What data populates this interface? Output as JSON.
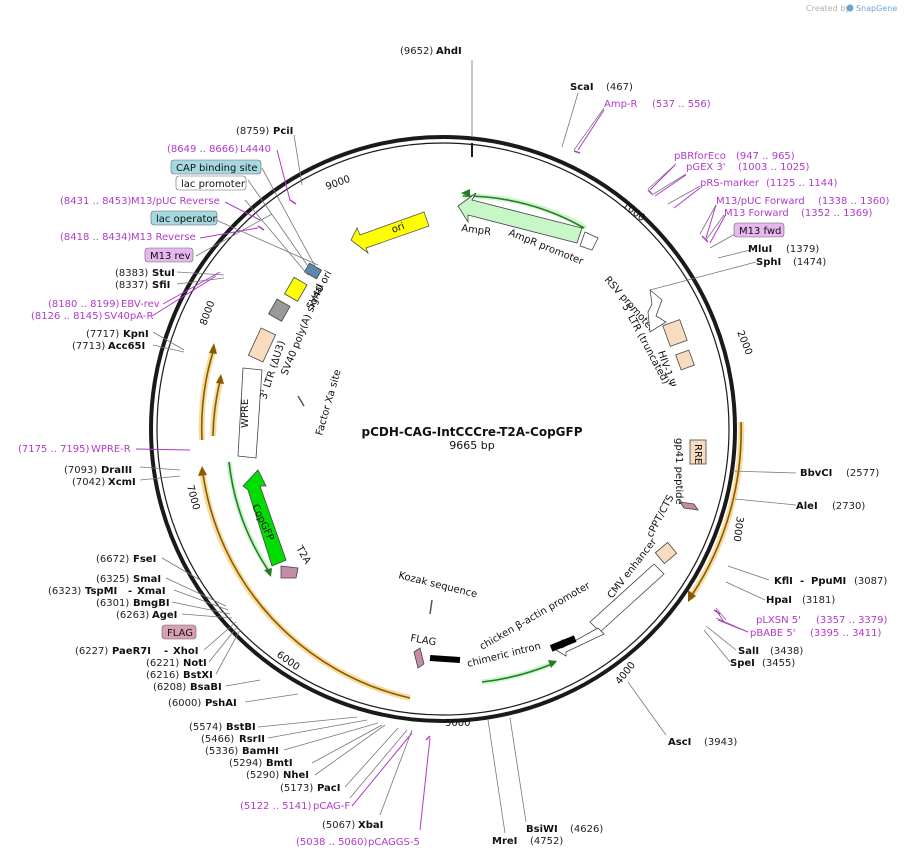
{
  "title": "pCDH-CAG-IntCCCre-T2A-CopGFP",
  "length": "9665 bp",
  "credit": {
    "prefix": "Created by",
    "brand": "SnapGene"
  },
  "ticks": [
    "1000",
    "2000",
    "3000",
    "4000",
    "5000",
    "6000",
    "7000",
    "8000",
    "9000"
  ],
  "sites": [
    {
      "name": "AhdI",
      "num": "(9652)"
    },
    {
      "name": "ScaI",
      "num": "(467)"
    },
    {
      "name": "MluI",
      "num": "(1379)"
    },
    {
      "name": "SphI",
      "num": "(1474)"
    },
    {
      "name": "BbvCI",
      "num": "(2577)"
    },
    {
      "name": "AleI",
      "num": "(2730)"
    },
    {
      "name": "KflI",
      "num": "(3087)"
    },
    {
      "name": "PpuMI",
      "num": ""
    },
    {
      "name": "HpaI",
      "num": "(3181)"
    },
    {
      "name": "SalI",
      "num": "(3438)"
    },
    {
      "name": "SpeI",
      "num": "(3455)"
    },
    {
      "name": "AscI",
      "num": "(3943)"
    },
    {
      "name": "BsiWI",
      "num": "(4626)"
    },
    {
      "name": "MreI",
      "num": "(4752)"
    },
    {
      "name": "XbaI",
      "num": "(5067)"
    },
    {
      "name": "PacI",
      "num": "(5173)"
    },
    {
      "name": "NheI",
      "num": "(5290)"
    },
    {
      "name": "BmtI",
      "num": "(5294)"
    },
    {
      "name": "BamHI",
      "num": "(5336)"
    },
    {
      "name": "RsrII",
      "num": "(5466)"
    },
    {
      "name": "BstBI",
      "num": "(5574)"
    },
    {
      "name": "PshAI",
      "num": "(6000)"
    },
    {
      "name": "BsaBI",
      "num": "(6208)"
    },
    {
      "name": "BstXI",
      "num": "(6216)"
    },
    {
      "name": "NotI",
      "num": "(6221)"
    },
    {
      "name": "PaeR7I",
      "num": "(6227)"
    },
    {
      "name": "XhoI",
      "num": ""
    },
    {
      "name": "AgeI",
      "num": "(6263)"
    },
    {
      "name": "BmgBI",
      "num": "(6301)"
    },
    {
      "name": "TspMI",
      "num": "(6323)"
    },
    {
      "name": "XmaI",
      "num": ""
    },
    {
      "name": "SmaI",
      "num": "(6325)"
    },
    {
      "name": "FseI",
      "num": "(6672)"
    },
    {
      "name": "XcmI",
      "num": "(7042)"
    },
    {
      "name": "DraIII",
      "num": "(7093)"
    },
    {
      "name": "Acc65I",
      "num": "(7713)"
    },
    {
      "name": "KpnI",
      "num": "(7717)"
    },
    {
      "name": "SfiI",
      "num": "(8337)"
    },
    {
      "name": "StuI",
      "num": "(8383)"
    },
    {
      "name": "PciI",
      "num": "(8759)"
    }
  ],
  "primers": [
    {
      "name": "Amp-R",
      "range": "(537 .. 556)"
    },
    {
      "name": "pBRforEco",
      "range": "(947 .. 965)"
    },
    {
      "name": "pGEX 3'",
      "range": "(1003 .. 1025)"
    },
    {
      "name": "pRS-marker",
      "range": "(1125 .. 1144)"
    },
    {
      "name": "M13/pUC Forward",
      "range": "(1338 .. 1360)"
    },
    {
      "name": "M13 Forward",
      "range": "(1352 .. 1369)"
    },
    {
      "name": "pLXSN 5'",
      "range": "(3357 .. 3379)"
    },
    {
      "name": "pBABE 5'",
      "range": "(3395 .. 3411)"
    },
    {
      "name": "pCAG-F",
      "range": "(5122 .. 5141)"
    },
    {
      "name": "pCAGGS-5",
      "range": "(5038 .. 5060)"
    },
    {
      "name": "WPRE-R",
      "range": "(7175 .. 7195)"
    },
    {
      "name": "SV40pA-R",
      "range": "(8126 .. 8145)"
    },
    {
      "name": "EBV-rev",
      "range": "(8180 .. 8199)"
    },
    {
      "name": "M13 Reverse",
      "range": "(8418 .. 8434)"
    },
    {
      "name": "M13/pUC Reverse",
      "range": "(8431 .. 8453)"
    },
    {
      "name": "L4440",
      "range": "(8649 .. 8666)"
    }
  ],
  "boxed_labels": [
    "M13 fwd",
    "CAP binding site",
    "lac promoter",
    "lac operator",
    "M13 rev",
    "FLAG"
  ],
  "features": [
    "ori",
    "AmpR",
    "AmpR promoter",
    "RSV promoter",
    "5' LTR (truncated)",
    "HIV-1 Ψ",
    "RRE",
    "gp41 peptide",
    "cPPT/CTS",
    "CMV enhancer",
    "chicken β-actin promoter",
    "chimeric intron",
    "FLAG",
    "Kozak sequence",
    "T2A",
    "CopGFP",
    "WPRE",
    "3' LTR (ΔU3)",
    "SV40 poly(A) signal",
    "SV40 ori",
    "Factor Xa site"
  ],
  "colors": {
    "backbone": "#1a1a1a",
    "primer": "#b03ac9",
    "orf": "#f0b24a",
    "ori": "#ffff00",
    "ampr": "#c7f7c6",
    "copgff": "#00dd00",
    "ltr": "#f9dcc0",
    "sv40ori": "#999999",
    "flag_box": "#d9a0b4",
    "boxed": "#a6d8e0",
    "m13": "#e6b8ef",
    "rre": "#f9dcc0"
  }
}
